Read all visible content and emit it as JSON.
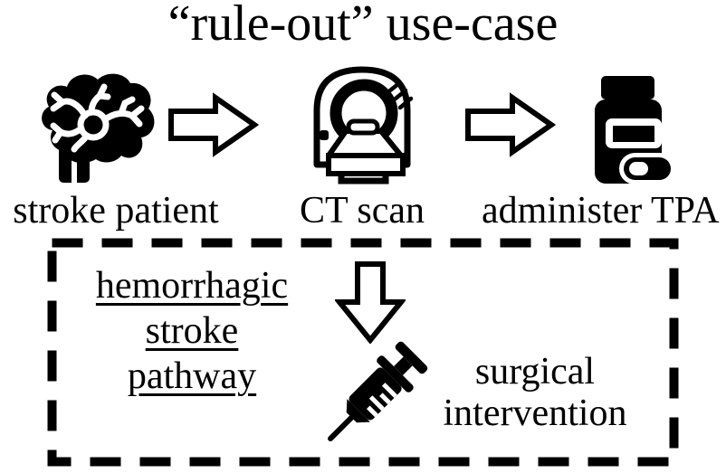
{
  "title": "“rule-out” use-case",
  "flow": {
    "steps": [
      {
        "icon": "brain-icon",
        "label": "stroke patient"
      },
      {
        "icon": "ct-scanner-icon",
        "label": "CT scan"
      },
      {
        "icon": "pill-bottle-icon",
        "label": "administer TPA"
      }
    ],
    "connector": "right-block-arrow"
  },
  "pathway_box": {
    "border_style": "thick-black-dashed",
    "name_lines": [
      "hemorrhagic",
      "stroke",
      "pathway"
    ],
    "branch_connector": "down-block-arrow",
    "outcome": {
      "icon": "syringe-icon",
      "lines": [
        "surgical",
        "intervention"
      ]
    }
  },
  "colors": {
    "ink": "#000000",
    "background": "#ffffff"
  }
}
